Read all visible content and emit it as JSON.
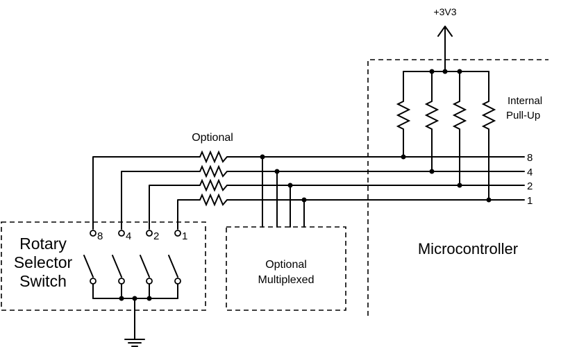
{
  "supply_label": "+3V3",
  "pullup_label_line1": "Internal",
  "pullup_label_line2": "Pull-Up",
  "optional_resistor_label": "Optional",
  "line_labels": [
    "8",
    "4",
    "2",
    "1"
  ],
  "switch_labels": [
    "8",
    "4",
    "2",
    "1"
  ],
  "rotary_label": [
    "Rotary",
    "Selector",
    "Switch"
  ],
  "multiplexer_label": [
    "Optional",
    "Multiplexed"
  ],
  "microcontroller_label": "Microcontroller"
}
